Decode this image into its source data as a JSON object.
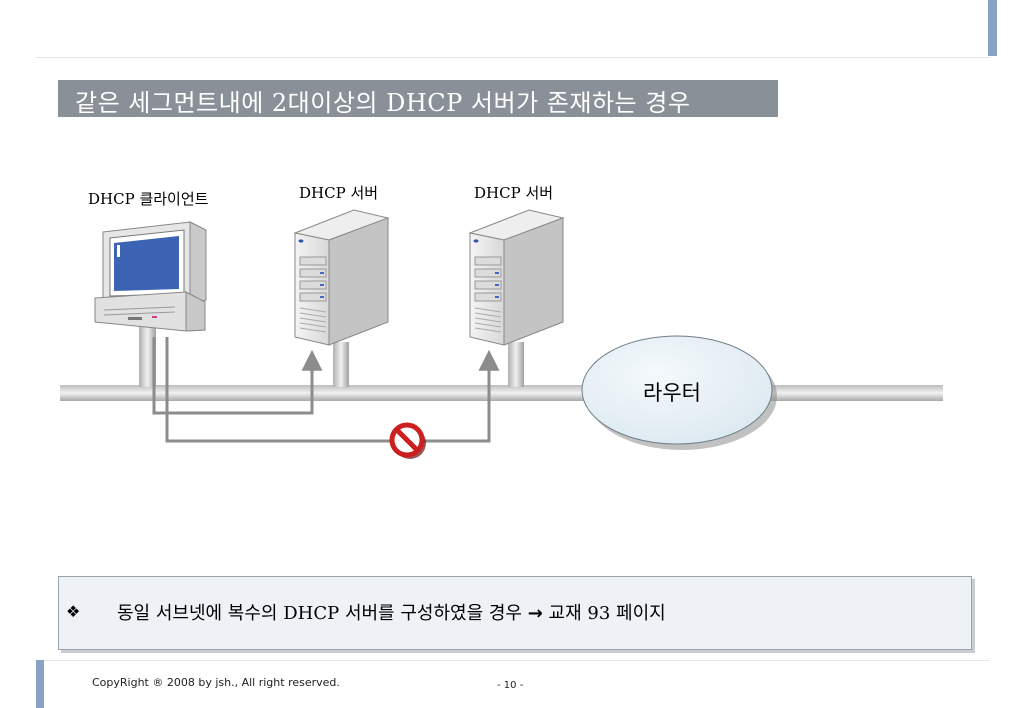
{
  "slide": {
    "title": "같은 세그먼트내에 2대이상의 DHCP 서버가 존재하는 경우"
  },
  "diagram": {
    "client_label": "DHCP 클라이언트",
    "server1_label": "DHCP 서버",
    "server2_label": "DHCP 서버",
    "router_label": "라우터",
    "blocked_symbol": "no-entry-icon"
  },
  "note": {
    "bullet": "❖",
    "text": "동일 서브넷에 복수의 DHCP 서버를 구성하였을 경우",
    "arrow": "→",
    "reference": "교재 93 페이지"
  },
  "footer": {
    "copyright": "CopyRight ® 2008 by jsh., All right reserved.",
    "page": "- 10 -"
  },
  "colors": {
    "accent": "#8aa3c4",
    "title_bar": "#8a9097",
    "connector": "#8c8c8c",
    "forbidden": "#cc1f1f"
  }
}
